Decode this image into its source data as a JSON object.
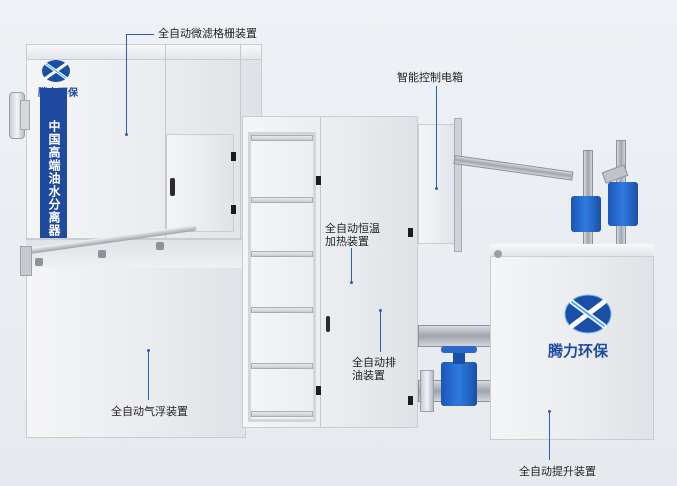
{
  "labels": {
    "filter": "全自动微滤格栅装置",
    "control_box": "智能控制电箱",
    "heater": "全自动恒温加热装置",
    "heater_line1": "全自动恒温",
    "heater_line2": "加热装置",
    "oil_drain_line1": "全自动排",
    "oil_drain_line2": "油装置",
    "air_float": "全自动气浮装置",
    "lift": "全自动提升装置"
  },
  "vertical_banner": "中国高端油水分离器",
  "brand_small": "腾力环保",
  "brand_large": "腾力环保",
  "colors": {
    "accent": "#1f4aa0",
    "leader": "#2a5fae",
    "valve": "#2f7be0"
  },
  "icons": [
    "logo-icon"
  ]
}
